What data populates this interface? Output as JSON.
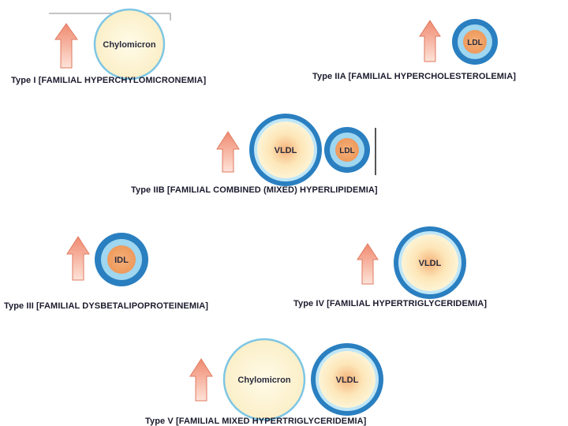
{
  "panels": [
    {
      "caption": "Type I [FAMILIAL HYPERCHYLOMICRONEMIA]",
      "particles": [
        "Chylomicron"
      ]
    },
    {
      "caption": "Type IIA [FAMILIAL HYPERCHOLESTEROLEMIA]",
      "particles": [
        "LDL"
      ]
    },
    {
      "caption": "Type IIB [FAMILIAL COMBINED (MIXED) HYPERLIPIDEMIA]",
      "particles": [
        "VLDL",
        "LDL"
      ]
    },
    {
      "caption": "Type III [FAMILIAL DYSBETALIPOPROTEINEMIA]",
      "particles": [
        "IDL"
      ]
    },
    {
      "caption": "Type IV [FAMILIAL HYPERTRIGLYCERIDEMIA]",
      "particles": [
        "VLDL"
      ]
    },
    {
      "caption": "Type V [FAMILIAL MIXED HYPERTRIGLYCERIDEMIA]",
      "particles": [
        "Chylomicron",
        "VLDL"
      ]
    }
  ],
  "colors": {
    "arrow_fill_top": "#f08a70",
    "arrow_fill_bottom": "#fde3d8",
    "arrow_stroke": "#e07a60",
    "ring_blue": "#2a7fc0",
    "ring_light": "#bfe6f7",
    "chylomicron_fill": "#fdf6d8",
    "core_orange": "#f0a060",
    "core_glow": "#fde6b8"
  }
}
